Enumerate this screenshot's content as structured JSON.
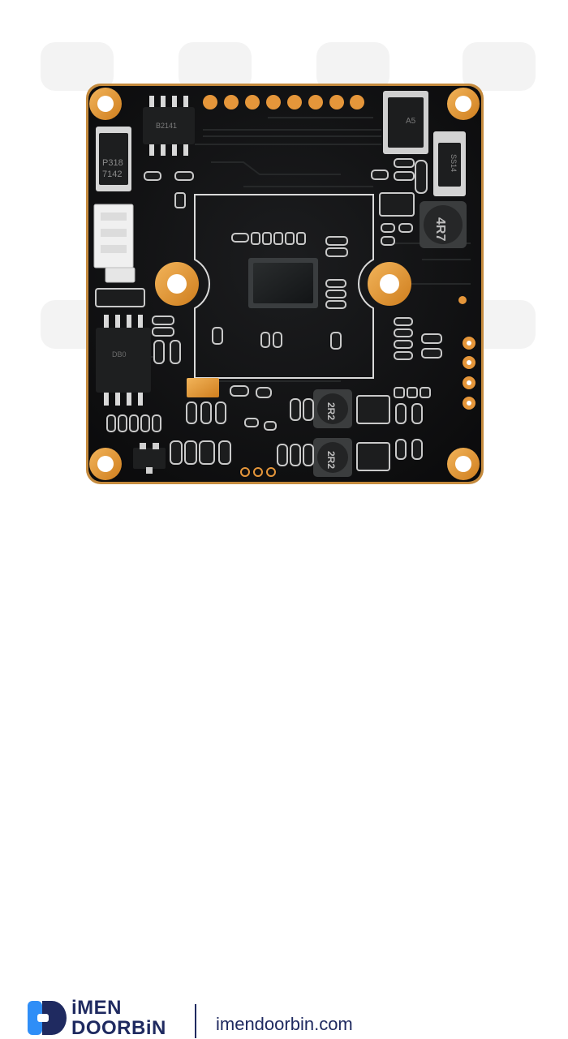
{
  "image": {
    "subject": "camera-module-pcb"
  },
  "board": {
    "markings": [
      "P318",
      "7142",
      "4R7",
      "2R2",
      "2R2",
      "B2141",
      "SS14"
    ]
  },
  "brand": {
    "name_top": "iMEN",
    "name_bottom": "DOORBiN",
    "website": "imendoorbin.com",
    "colors": {
      "primary": "#1f2a60",
      "accent": "#2f8ef7",
      "board": "#121314",
      "pads": "#e0962e"
    }
  }
}
